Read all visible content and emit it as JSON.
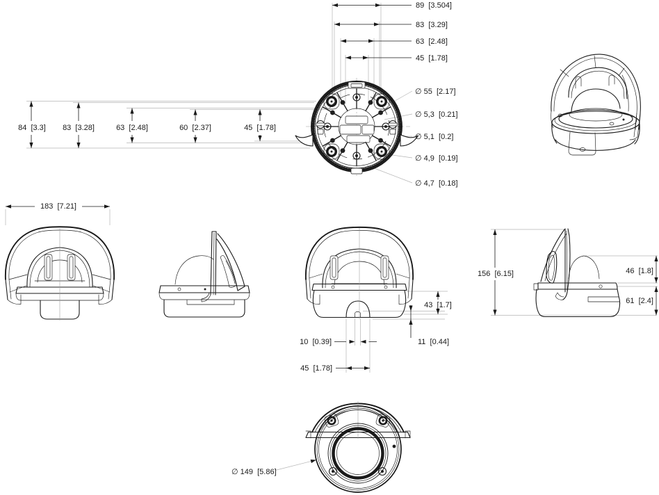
{
  "drawing": {
    "background": "#ffffff",
    "line_color": "#1a1a1a",
    "extension_line_color": "#b5b5b5"
  },
  "labels": {
    "plate_width_dims": [
      "89  [3.504]",
      "83  [3.29]",
      "63  [2.48]",
      "45  [1.78]"
    ],
    "plate_height_dims": [
      "84  [3.3]",
      "83  [3.28]",
      "63  [2.48]",
      "60  [2.37]",
      "45  [1.78]"
    ],
    "plate_hole_diameters": [
      "∅ 55  [2.17]",
      "∅ 5,3  [0.21]",
      "∅ 5,1  [0.2]",
      "∅ 4,9  [0.19]",
      "∅ 4,7  [0.18]"
    ],
    "front_view": {
      "overall_width": "183  [7.21]"
    },
    "rear_view": {
      "base_height": "43  [1.7]",
      "cable_hole_width": "10  [0.39]",
      "bottom_offset": "11  [0.44]",
      "cable_arch_width": "45  [1.78]"
    },
    "side_view": {
      "overall_height": "156  [6.15]",
      "dome_height": "46  [1.8]",
      "base_height": "61  [2.4]"
    },
    "bottom_view": {
      "body_diameter": "∅ 149  [5.86]"
    }
  }
}
